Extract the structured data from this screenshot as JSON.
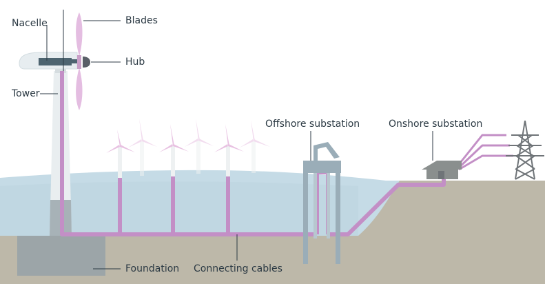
{
  "labels": {
    "nacelle": "Nacelle",
    "blades": "Blades",
    "hub": "Hub",
    "tower": "Tower",
    "foundation": "Foundation",
    "connecting_cables": "Connecting cables",
    "offshore_substation": "Offshore substation",
    "onshore_substation": "Onshore substation"
  },
  "colors": {
    "sea": "#c5dbe6",
    "sea_deep": "#b8d1de",
    "seabed": "#bdb8a9",
    "cable": "#c38fc6",
    "tower": "#e9eef0",
    "tower_shade": "#9faab0",
    "foundation": "#9ca5a8",
    "nacelle_body": "#e7edf0",
    "generator": "#4d6470",
    "blade": "#e4bde1",
    "hub": "#5a6068",
    "substation": "#9aadb8",
    "building": "#8a8f8e",
    "pylon": "#6f7478",
    "text": "#2c3a44",
    "leader": "#2c3a44"
  }
}
